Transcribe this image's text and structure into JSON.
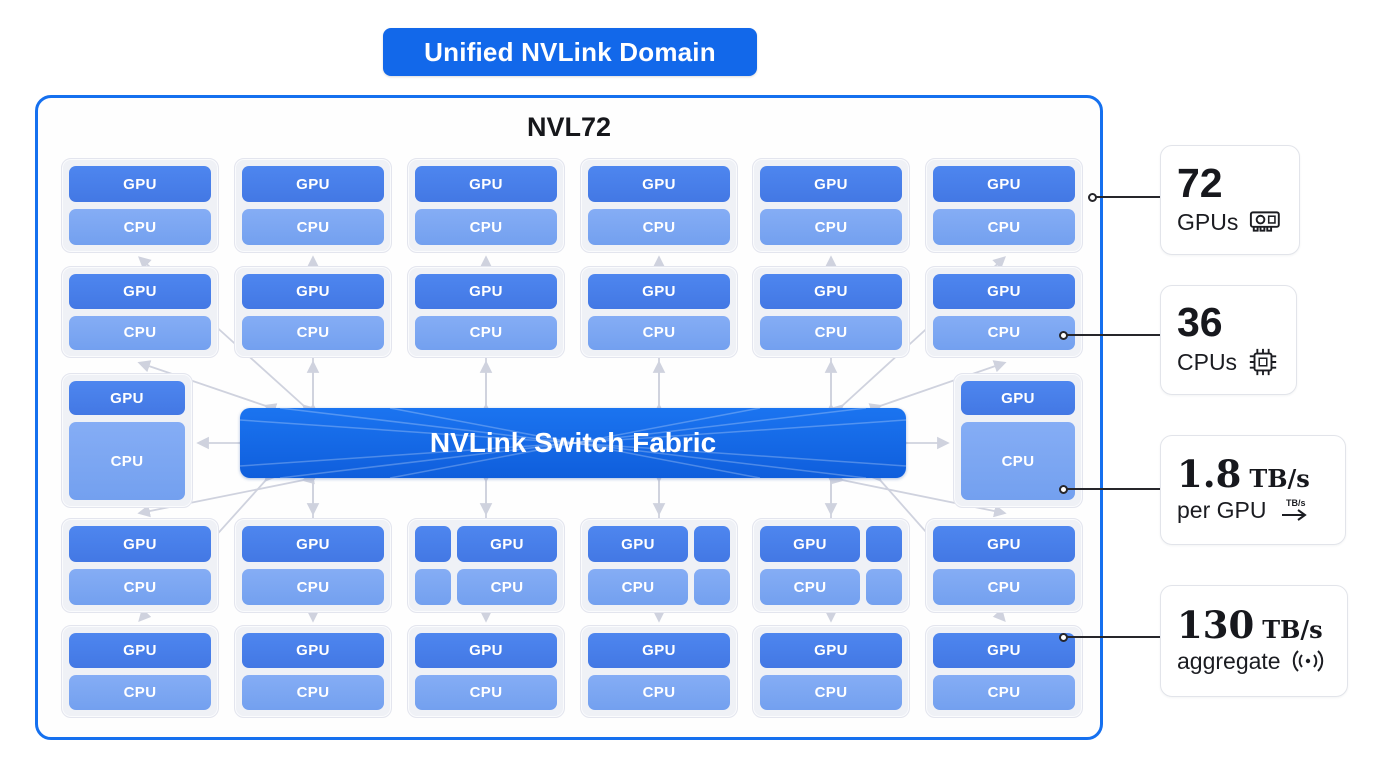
{
  "banner": {
    "label": "Unified NVLink Domain"
  },
  "diagram": {
    "title": "NVL72",
    "fabric_label": "NVLink Switch Fabric",
    "rows": [
      {
        "cards": [
          {
            "gpu": [
              "GPU"
            ],
            "cpu": [
              "CPU"
            ]
          },
          {
            "gpu": [
              "GPU"
            ],
            "cpu": [
              "CPU"
            ]
          },
          {
            "gpu": [
              "GPU"
            ],
            "cpu": [
              "CPU"
            ]
          },
          {
            "gpu": [
              "GPU"
            ],
            "cpu": [
              "CPU"
            ]
          },
          {
            "gpu": [
              "GPU"
            ],
            "cpu": [
              "CPU"
            ]
          },
          {
            "gpu": [
              "GPU"
            ],
            "cpu": [
              "CPU"
            ]
          }
        ]
      },
      {
        "cards": [
          {
            "gpu": [
              "GPU"
            ],
            "cpu": [
              "CPU"
            ]
          },
          {
            "gpu": [
              "GPU"
            ],
            "cpu": [
              "CPU"
            ]
          },
          {
            "gpu": [
              "GPU"
            ],
            "cpu": [
              "CPU"
            ]
          },
          {
            "gpu": [
              "GPU"
            ],
            "cpu": [
              "CPU"
            ]
          },
          {
            "gpu": [
              "GPU"
            ],
            "cpu": [
              "CPU"
            ]
          },
          {
            "gpu": [
              "GPU"
            ],
            "cpu": [
              "CPU"
            ]
          }
        ]
      },
      {
        "cards": [
          {
            "gpu": [
              "GPU"
            ],
            "cpu": [
              "CPU"
            ]
          },
          {
            "gpu": [
              "GPU"
            ],
            "cpu": [
              "CPU"
            ]
          }
        ]
      },
      {
        "cards": [
          {
            "gpu": [
              "GPU"
            ],
            "cpu": [
              "CPU"
            ]
          },
          {
            "gpu": [
              "GPU"
            ],
            "cpu": [
              "CPU"
            ]
          },
          {
            "gpu": [
              "",
              "GPU"
            ],
            "cpu": [
              "",
              "CPU"
            ]
          },
          {
            "gpu": [
              "GPU",
              ""
            ],
            "cpu": [
              "CPU",
              ""
            ]
          },
          {
            "gpu": [
              "GPU",
              ""
            ],
            "cpu": [
              "CPU",
              ""
            ]
          },
          {
            "gpu": [
              "GPU"
            ],
            "cpu": [
              "CPU"
            ]
          }
        ]
      },
      {
        "cards": [
          {
            "gpu": [
              "GPU"
            ],
            "cpu": [
              "CPU"
            ]
          },
          {
            "gpu": [
              "GPU"
            ],
            "cpu": [
              "CPU"
            ]
          },
          {
            "gpu": [
              "GPU"
            ],
            "cpu": [
              "CPU"
            ]
          },
          {
            "gpu": [
              "GPU"
            ],
            "cpu": [
              "CPU"
            ]
          },
          {
            "gpu": [
              "GPU"
            ],
            "cpu": [
              "CPU"
            ]
          },
          {
            "gpu": [
              "GPU"
            ],
            "cpu": [
              "CPU"
            ]
          }
        ]
      }
    ]
  },
  "callouts": [
    {
      "value": "72",
      "label": "GPUs",
      "icon": "gpu-card-icon"
    },
    {
      "value": "36",
      "label": "CPUs",
      "icon": "cpu-chip-icon"
    },
    {
      "value": "1.8",
      "unit": "TB/s",
      "label": "per GPU",
      "icon": "per-gpu-throughput-icon"
    },
    {
      "value": "130",
      "unit": "TB/s",
      "label": "aggregate",
      "icon": "aggregate-bandwidth-icon"
    }
  ],
  "colors": {
    "accent_blue": "#1268ea",
    "fabric_blue": "#1166e2",
    "gpu_blue": "#4a82ec",
    "cpu_blue": "#7ea9f2",
    "arrow_gray": "#cfd2de",
    "border_blue": "#1570ef"
  }
}
